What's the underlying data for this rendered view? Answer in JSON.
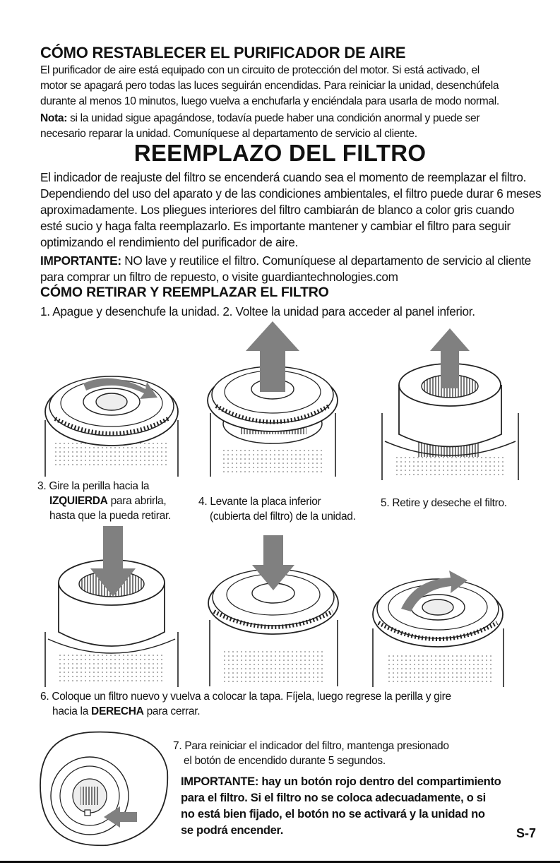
{
  "reset": {
    "title": "CÓMO RESTABLECER EL PURIFICADOR DE AIRE",
    "para": [
      "El purificador de aire está equipado con un circuito de protección del motor. Si está activado, el",
      "motor se apagará pero todas las luces seguirán encendidas. Para reiniciar la unidad, desenchúfela",
      "durante al menos 10 minutos, luego vuelva a enchufarla y enciéndala para usarla de modo normal."
    ],
    "note_label": "Nota:",
    "note_line1": " si la unidad sigue apagándose, todavía puede haber una condición anormal y puede ser",
    "note_line2": "necesario reparar la unidad. Comuníquese al departamento de servicio al cliente."
  },
  "filter": {
    "title": "REEMPLAZO DEL FILTRO",
    "para": [
      "El indicador de reajuste del filtro se encenderá cuando sea el momento de reemplazar el filtro.",
      "Dependiendo del uso del aparato y de las condiciones ambientales, el filtro puede durar 6 meses",
      "aproximadamente. Los pliegues interiores del filtro cambiarán de blanco a color gris cuando",
      "esté sucio y haga falta reemplazarlo. Es importante mantener y cambiar el filtro para seguir",
      "optimizando el rendimiento del purificador de aire."
    ],
    "important_label": "IMPORTANTE:",
    "important_line1": " NO lave y reutilice el filtro. Comuníquese al departamento de servicio al cliente",
    "important_line2": "para comprar un filtro de repuesto, o visite guardiantechnologies.com"
  },
  "howto": {
    "title": "CÓMO RETIRAR Y REEMPLAZAR EL FILTRO",
    "step12": "1. Apague y desenchufe la unidad.  2. Voltee la unidad para acceder al panel inferior.",
    "step3_a": "3. Gire la perilla hacia la",
    "step3_bold": "IZQUIERDA",
    "step3_b": " para abrirla,",
    "step3_c": "hasta que la pueda retirar.",
    "step4_a": "4. Levante la placa inferior",
    "step4_b": "(cubierta del filtro) de la unidad.",
    "step5": "5. Retire y deseche el filtro.",
    "step6_a": "6. Coloque un filtro nuevo y vuelva a colocar la tapa. Fíjela, luego regrese la perilla y gire",
    "step6_b": "hacia la ",
    "step6_bold": "DERECHA",
    "step6_c": " para cerrar.",
    "step7_a": "7. Para reiniciar el indicador del filtro, mantenga presionado",
    "step7_b": "el botón de encendido durante 5 segundos.",
    "important_lines": [
      "IMPORTANTE: hay un botón rojo dentro del compartimiento",
      "para el filtro. Si el filtro no se coloca adecuadamente, o si",
      "no está bien fijado, el botón no se activará y la unidad no",
      "se podrá encender."
    ]
  },
  "page_number": "S-7",
  "colors": {
    "text": "#111111",
    "arrow": "#808080",
    "line": "#222222"
  }
}
